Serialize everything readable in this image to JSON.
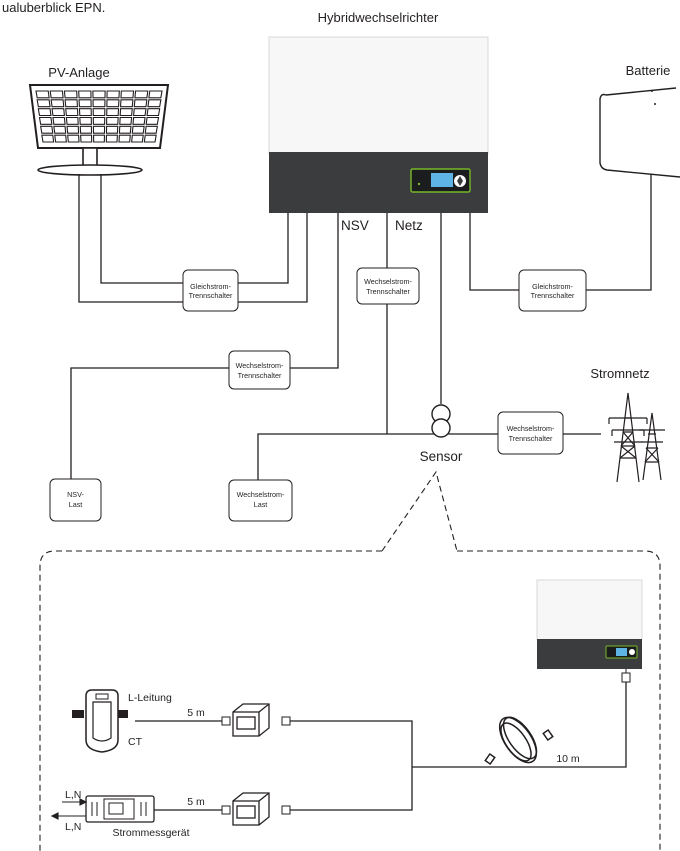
{
  "page": {
    "header_fragment": "ualuberblick EPN."
  },
  "devices": {
    "inverter_label": "Hybridwechselrichter",
    "pv_label": "PV-Anlage",
    "battery_label": "Batterie",
    "grid_label": "Stromnetz",
    "sensor_label": "Sensor",
    "nsv_label": "NSV",
    "netz_label": "Netz"
  },
  "switches": {
    "dc_pv": [
      "Gleichstrom-",
      "Trennschalter"
    ],
    "dc_battery": [
      "Gleichstrom-",
      "Trennschalter"
    ],
    "ac_netz": [
      "Wechselstrom-",
      "Trennschalter"
    ],
    "ac_nsv": [
      "Wechselstrom-",
      "Trennschalter"
    ],
    "ac_grid": [
      "Wechselstrom-",
      "Trennschalter"
    ]
  },
  "loads": {
    "nsv_load": [
      "NSV-",
      "Last"
    ],
    "ac_load": [
      "Wechselstrom-",
      "Last"
    ]
  },
  "detail": {
    "l_leitung": "L-Leitung",
    "ct": "CT",
    "cable_ct": "5 m",
    "cable_meter": "5 m",
    "cable_main": "10 m",
    "ln_top": "L,N",
    "ln_bottom": "L,N",
    "meter_label": "Strommessgerät"
  },
  "colors": {
    "inverter_panel": "#3a3c3d",
    "inverter_body": "#f7f7f7",
    "display_screen": "#5fb4e6",
    "display_frame": "#78b82a",
    "line": "#231f20"
  },
  "icons": {
    "pv": "solar-panel-icon",
    "battery": "battery-icon",
    "grid": "transmission-tower-icon",
    "sensor": "current-transformer-icon",
    "ct": "ct-clamp-icon",
    "meter": "energy-meter-icon",
    "coupler": "rj45-coupler-icon",
    "cable": "network-cable-icon"
  }
}
